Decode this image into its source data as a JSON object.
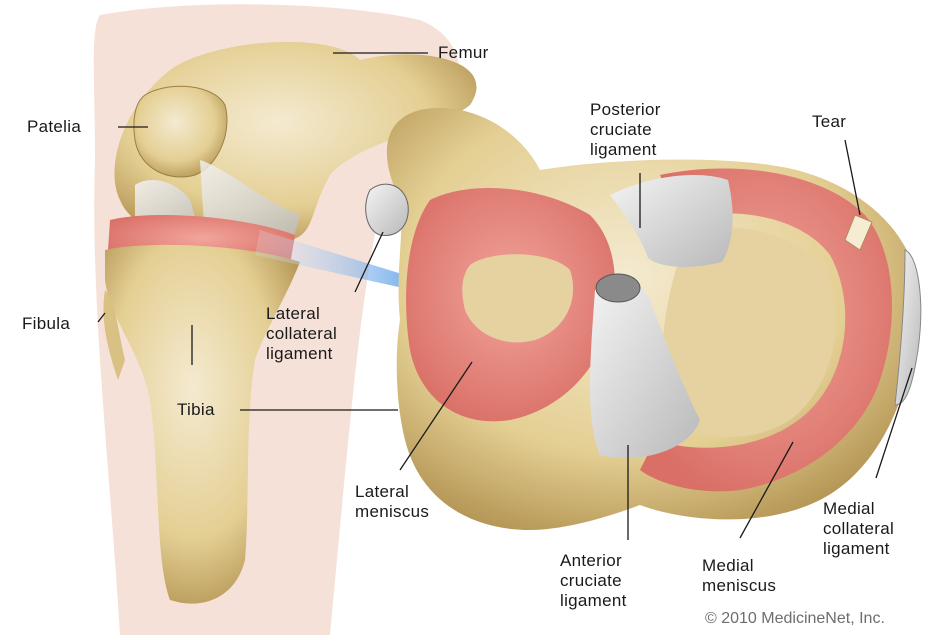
{
  "labels": {
    "femur": "Femur",
    "patella": "Patelia",
    "fibula": "Fibula",
    "tibia": "Tibia",
    "lateral_collateral_ligament": "Lateral\ncollateral\nligament",
    "posterior_cruciate_ligament": "Posterior\ncruciate\nligament",
    "tear": "Tear",
    "lateral_meniscus": "Lateral\nmeniscus",
    "anterior_cruciate_ligament": "Anterior\ncruciate\nligament",
    "medial_meniscus": "Medial\nmeniscus",
    "medial_collateral_ligament": "Medial\ncollateral\nligament"
  },
  "copyright": "© 2010 MedicineNet, Inc.",
  "colors": {
    "bone": "#e9d9a4",
    "bone_shadow": "#b89a5a",
    "meniscus": "#e88a82",
    "ligament": "#dcdcdc",
    "skin": "#f3dcd2",
    "arrow": "#5aa0e8"
  }
}
